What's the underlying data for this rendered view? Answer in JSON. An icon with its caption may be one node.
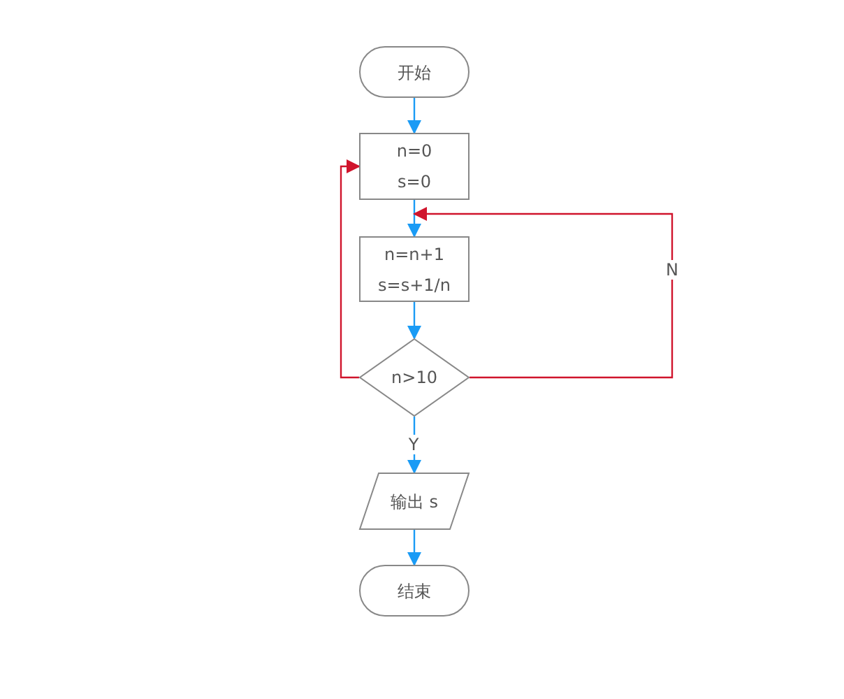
{
  "diagram": {
    "nodes": [
      {
        "text": [
          "开始"
        ]
      },
      {
        "text": [
          "n=0 s=0"
        ]
      },
      {
        "text": [
          "n=n+1 s=s+1/n"
        ]
      },
      {
        "text": [
          "n>10"
        ]
      },
      {
        "text": [
          "输出 s"
        ]
      },
      {
        "text": [
          "结束"
        ]
      }
    ],
    "edges": [
      {
        "from": 0,
        "to": 1,
        "arrow": "to"
      },
      {
        "from": 1,
        "to": 2,
        "arrow": "to"
      },
      {
        "from": 2,
        "to": 3,
        "arrow": "to"
      },
      {
        "from": 3,
        "to": 4,
        "arrow": "to",
        "label": "Y"
      },
      {
        "from": 4,
        "to": 5,
        "arrow": "to"
      },
      {
        "from": 3,
        "to": 1,
        "arrow": "to",
        "color": "#d0142c"
      },
      {
        "from": 3,
        "to": 2,
        "arrow": "to",
        "label": "N",
        "color": "#d0142c"
      }
    ]
  }
}
